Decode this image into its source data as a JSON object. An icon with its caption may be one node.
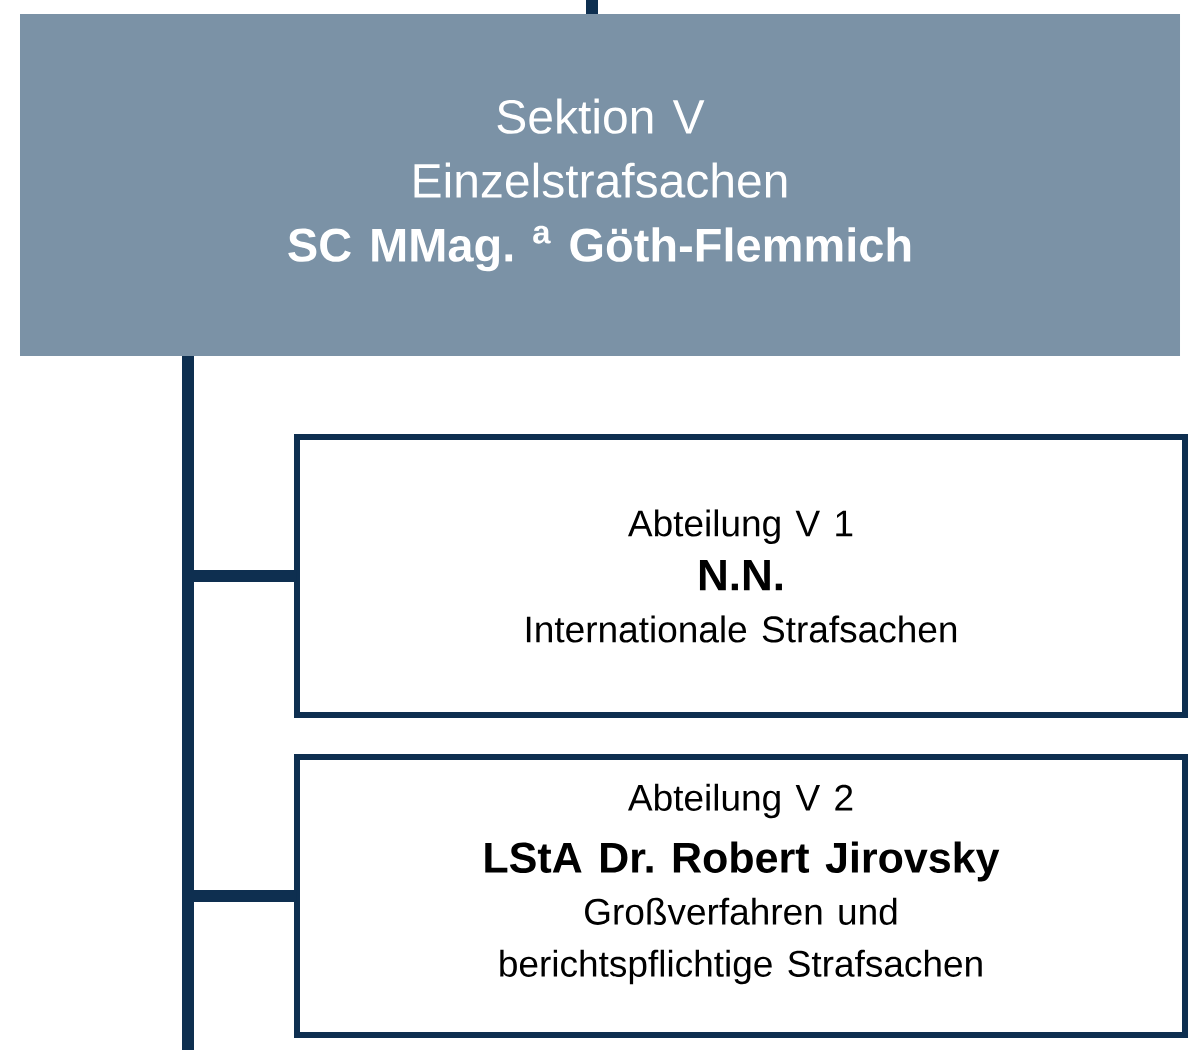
{
  "diagram": {
    "nodes": [
      {
        "text": [
          "Sektion V",
          "Einzelstrafsachen",
          "SC MMag. $^{a}$ Göth-Flemmich"
        ]
      },
      {
        "text": [
          "Abteilung V 1",
          "N.N.",
          "Internationale Strafsachen"
        ]
      },
      {
        "text": [
          "Abteilung V 2",
          "LStA Dr. Robert Jirovsky",
          "Großverfahren und berichtspflichtige Strafsachen"
        ]
      }
    ],
    "edges": [
      {
        "from": null,
        "to": 0,
        "arrow": "none"
      },
      {
        "from": 0,
        "to": 1,
        "arrow": "none"
      },
      {
        "from": 0,
        "to": 2,
        "arrow": "none"
      },
      {
        "from": 0,
        "to": null,
        "arrow": "none"
      }
    ]
  }
}
